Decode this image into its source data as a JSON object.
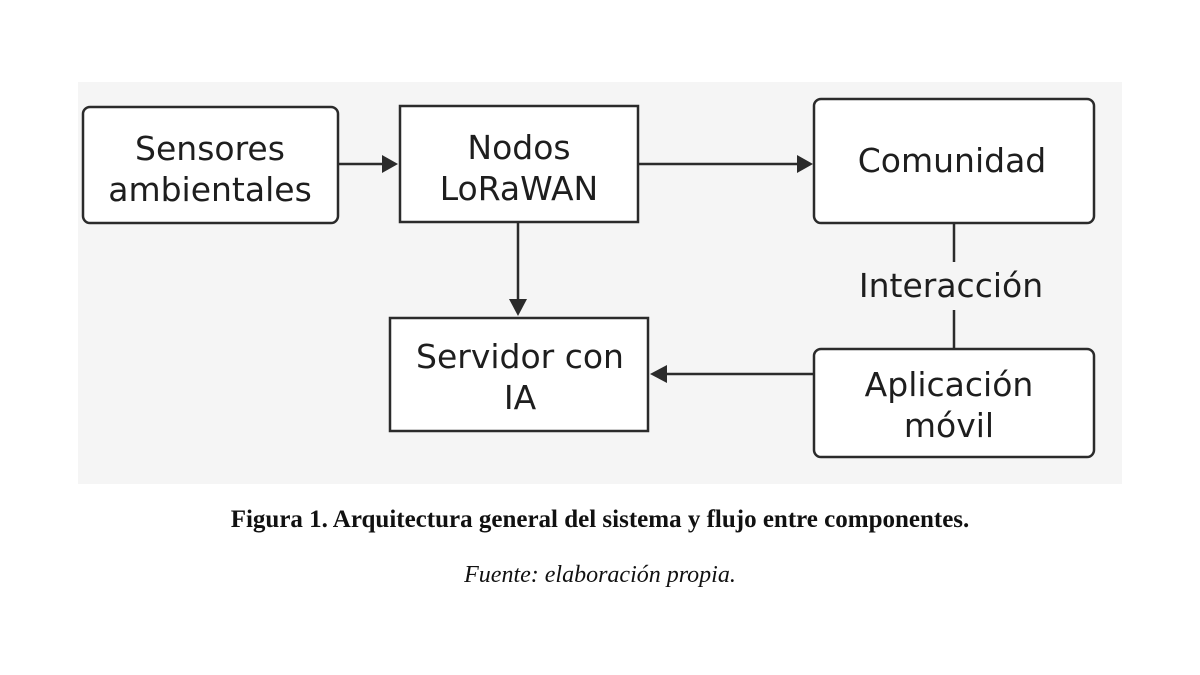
{
  "diagram": {
    "nodes": [
      {
        "id": "sensores",
        "lines": [
          "Sensores",
          "ambientales"
        ]
      },
      {
        "id": "nodos",
        "lines": [
          "Nodos",
          "LoRaWAN"
        ]
      },
      {
        "id": "comunidad",
        "lines": [
          "Comunidad"
        ]
      },
      {
        "id": "servidor",
        "lines": [
          "Servidor con",
          "IA"
        ]
      },
      {
        "id": "aplicacion",
        "lines": [
          "Aplicación",
          "móvil"
        ]
      }
    ],
    "edges": [
      {
        "from": "sensores",
        "to": "nodos",
        "directed": true,
        "label": ""
      },
      {
        "from": "nodos",
        "to": "comunidad",
        "directed": true,
        "label": ""
      },
      {
        "from": "nodos",
        "to": "servidor",
        "directed": true,
        "label": ""
      },
      {
        "from": "aplicacion",
        "to": "servidor",
        "directed": true,
        "label": ""
      },
      {
        "from": "comunidad",
        "to": "aplicacion",
        "directed": false,
        "label": "Interacción"
      }
    ]
  },
  "caption": {
    "title": "Figura 1. Arquitectura general del sistema y flujo entre componentes.",
    "source": "Fuente: elaboración propia."
  }
}
